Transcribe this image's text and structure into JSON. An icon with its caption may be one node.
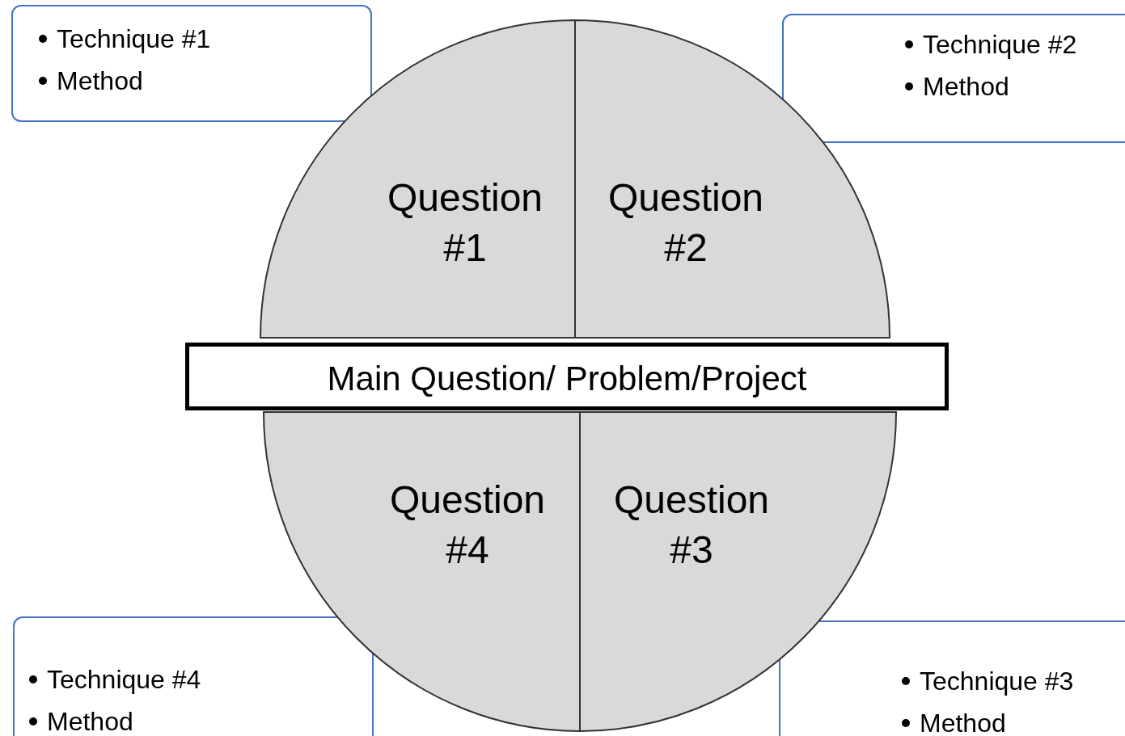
{
  "diagram": {
    "nodes": [
      {
        "text": [
          "Technique #1",
          "Method"
        ]
      },
      {
        "text": [
          "Technique #2",
          "Method"
        ]
      },
      {
        "text": [
          "Question #1"
        ]
      },
      {
        "text": [
          "Question #2"
        ]
      },
      {
        "text": [
          "Main Question/ Problem/Project"
        ]
      },
      {
        "text": [
          "Question #4"
        ]
      },
      {
        "text": [
          "Question #3"
        ]
      },
      {
        "text": [
          "Technique #4",
          "Method"
        ]
      },
      {
        "text": [
          "Technique #3",
          "Method"
        ]
      }
    ],
    "edges": []
  }
}
